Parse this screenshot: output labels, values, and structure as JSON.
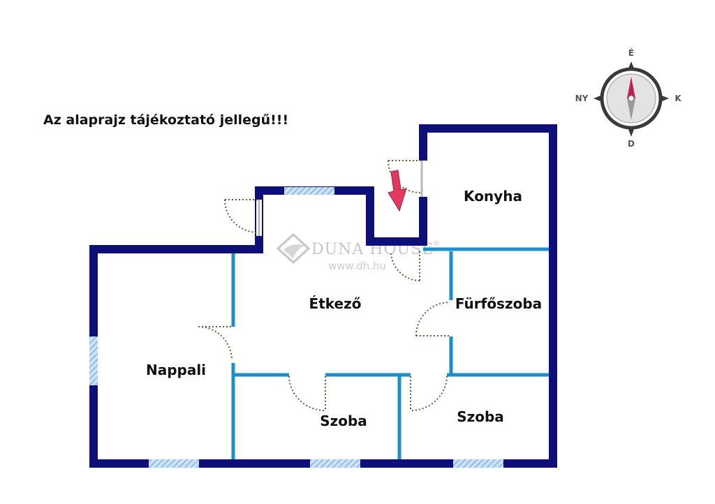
{
  "note": "Az alaprajz tájékoztató jellegű!!!",
  "compass": {
    "north": "É",
    "south": "D",
    "east": "K",
    "west": "NY"
  },
  "watermark": {
    "brand": "DUNA HOUSE",
    "registered": "®",
    "url": "www.dh.hu"
  },
  "rooms": {
    "konyha": "Konyha",
    "etkezo": "Étkező",
    "furdoszoba": "Fürfőszoba",
    "nappali": "Nappali",
    "szoba1": "Szoba",
    "szoba2": "Szoba"
  },
  "colors": {
    "outer_wall": "#0f0f7a",
    "inner_wall": "#1b8fc9",
    "window": "#7fb3e6",
    "door_arc": "#7a5230",
    "entrance_arrow": "#e23a5e",
    "compass": "#3a3a3a"
  },
  "icons": {
    "entrance": "entrance-arrow-icon",
    "compass": "compass-rose-icon",
    "logo": "duna-house-logo-icon"
  }
}
